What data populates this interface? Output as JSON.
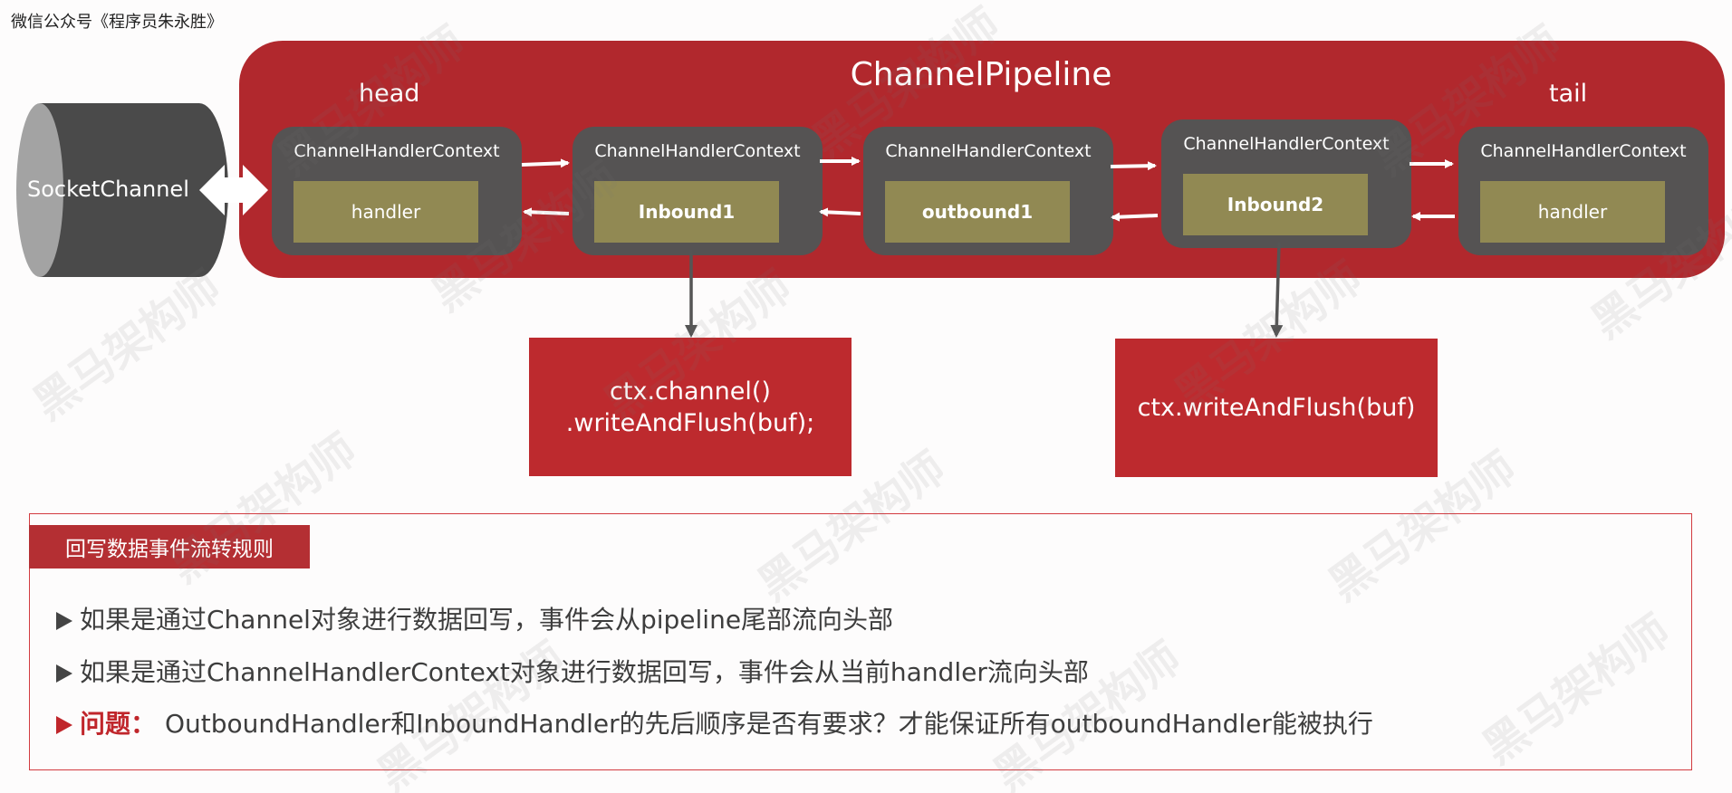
{
  "header": {
    "account_label": "微信公众号《程序员朱永胜》"
  },
  "pipeline": {
    "title": "ChannelPipeline",
    "head_label": "head",
    "tail_label": "tail",
    "socket_label": "SocketChannel",
    "contexts": [
      {
        "title": "ChannelHandlerContext",
        "handler": "handler"
      },
      {
        "title": "ChannelHandlerContext",
        "handler": "Inbound1"
      },
      {
        "title": "ChannelHandlerContext",
        "handler": "outbound1"
      },
      {
        "title": "ChannelHandlerContext",
        "handler": "Inbound2"
      },
      {
        "title": "ChannelHandlerContext",
        "handler": "handler"
      }
    ]
  },
  "actions": {
    "channel_write": {
      "line1": "ctx.channel()",
      "line2": ".writeAndFlush(buf);"
    },
    "ctx_write": "ctx.writeAndFlush(buf)"
  },
  "rules": {
    "header": "回写数据事件流转规则",
    "items": [
      "如果是通过Channel对象进行数据回写，事件会从pipeline尾部流向头部",
      "如果是通过ChannelHandlerContext对象进行数据回写，事件会从当前handler流向头部"
    ],
    "question_label": "问题：",
    "question_text": "OutboundHandler和InboundHandler的先后顺序是否有要求？才能保证所有outboundHandler能被执行"
  },
  "watermark": "黑马架构师",
  "colors": {
    "brand_red": "#b1282d",
    "context_gray": "#555353",
    "handler_olive": "#918953",
    "socket_gray": "#4a4a4a"
  }
}
